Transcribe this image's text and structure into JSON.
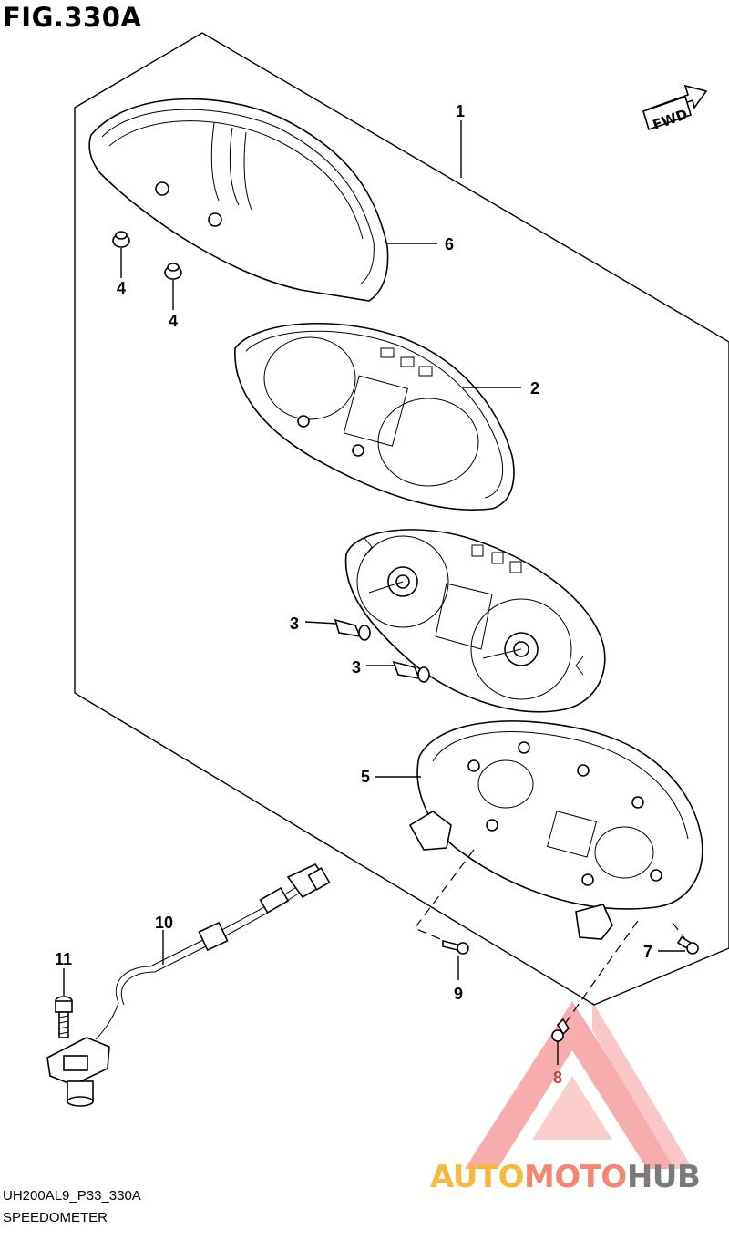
{
  "figure": {
    "title": "FIG.330A",
    "code": "UH200AL9_P33_330A",
    "name": "SPEEDOMETER",
    "fwd_label": "FWD"
  },
  "callouts": {
    "c1": "1",
    "c2": "2",
    "c3a": "3",
    "c3b": "3",
    "c4a": "4",
    "c4b": "4",
    "c5": "5",
    "c6": "6",
    "c7": "7",
    "c8": "8",
    "c9": "9",
    "c10": "10",
    "c11": "11"
  },
  "watermark": {
    "part1": "AUTO",
    "part2": "MOTO",
    "part3": "HUB",
    "color_orange": "#f6b93b",
    "color_red": "#f4876f",
    "color_gray": "#7a7a7a"
  }
}
